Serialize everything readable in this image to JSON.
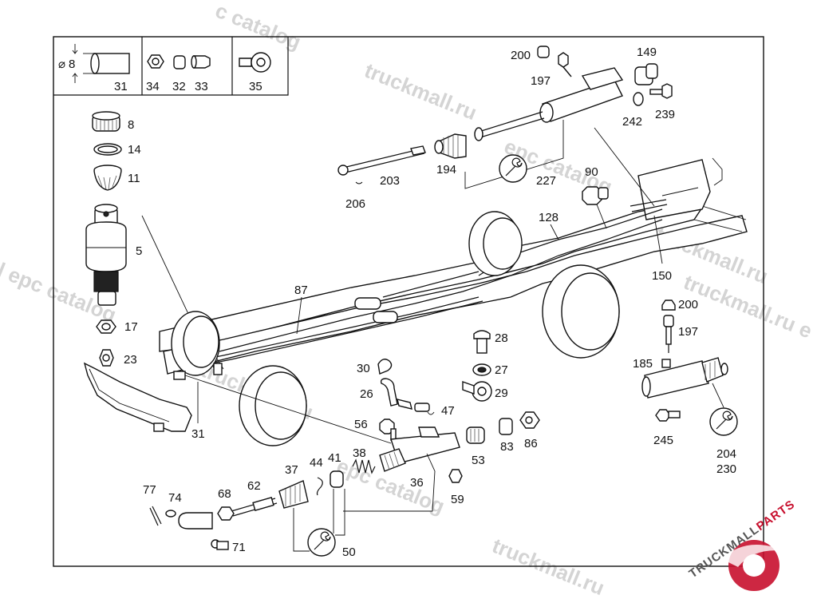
{
  "diagram": {
    "inset_labels": {
      "dia_symbol": "⌀",
      "dia_value": "8",
      "part_31": "31",
      "part_34": "34",
      "part_32": "32",
      "part_33": "33",
      "part_35": "35"
    },
    "callouts": {
      "c8": "8",
      "c14": "14",
      "c11": "11",
      "c5": "5",
      "c17": "17",
      "c23": "23",
      "c31": "31",
      "c87": "87",
      "c128": "128",
      "c150": "150",
      "c90": "90",
      "c200a": "200",
      "c197a": "197",
      "c149": "149",
      "c242": "242",
      "c239": "239",
      "c194": "194",
      "c227": "227",
      "c203": "203",
      "c206": "206",
      "c28": "28",
      "c27": "27",
      "c29": "29",
      "c30": "30",
      "c26": "26",
      "c47": "47",
      "c56": "56",
      "c53": "53",
      "c83": "83",
      "c86": "86",
      "c36": "36",
      "c59": "59",
      "c37": "37",
      "c44": "44",
      "c41": "41",
      "c38": "38",
      "c77": "77",
      "c74": "74",
      "c68": "68",
      "c62": "62",
      "c71": "71",
      "c50": "50",
      "c200b": "200",
      "c197b": "197",
      "c185": "185",
      "c245": "245",
      "c204": "204",
      "c230": "230"
    },
    "watermarks": [
      "c catalog",
      "truckmall.ru",
      "epc catalog",
      "truckmall.ru",
      "l epc catalog",
      "truckmall.ru e",
      "truckmall.ru",
      "epc catalog",
      "truckmall.ru"
    ],
    "logo": {
      "text": "TRUCKMALLPARTS",
      "text_dark": "TRUCKMALL",
      "text_accent": "PARTS",
      "accent_color": "#c8102e"
    }
  }
}
